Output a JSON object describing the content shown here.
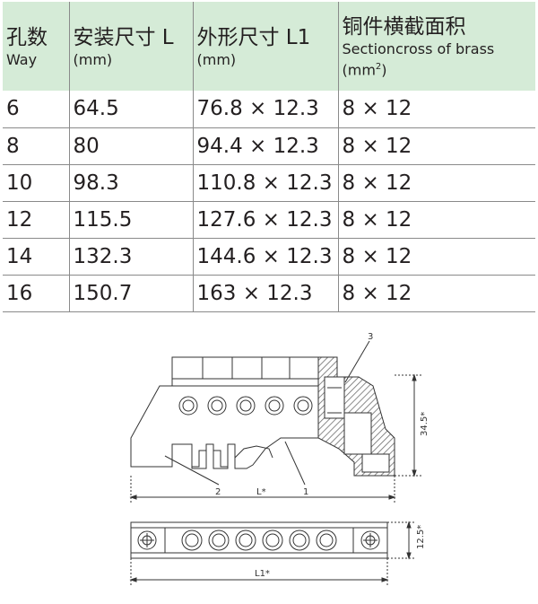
{
  "table": {
    "headers": [
      {
        "main": "孔数",
        "sub": "Way"
      },
      {
        "main": "安装尺寸 L",
        "sub": "(mm)"
      },
      {
        "main": "外形尺寸 L1",
        "sub": "(mm)"
      },
      {
        "main": "铜件横截面积",
        "sub": "Sectioncross of brass",
        "sub2": "(mm",
        "sup": "2",
        "sub2_end": ")"
      }
    ],
    "rows": [
      [
        "6",
        "64.5",
        "76.8 × 12.3",
        "8 × 12"
      ],
      [
        "8",
        "80",
        "94.4 × 12.3",
        "8 × 12"
      ],
      [
        "10",
        "98.3",
        "110.8 × 12.3",
        "8 × 12"
      ],
      [
        "12",
        "115.5",
        "127.6 × 12.3",
        "8 × 12"
      ],
      [
        "14",
        "132.3",
        "144.6 × 12.3",
        "8 × 12"
      ],
      [
        "16",
        "150.7",
        "163 × 12.3",
        "8 × 12"
      ]
    ]
  },
  "drawing": {
    "callout_1": "1",
    "callout_2": "2",
    "callout_3": "3",
    "dim_height": "34.5*",
    "dim_length": "L*",
    "dim_width": "12.5*",
    "dim_total": "L1*",
    "terminal_count": 6,
    "colors": {
      "header_bg": "#d5ebd7",
      "line": "#333333",
      "insulator_hatch": "#6d6d6d"
    }
  }
}
